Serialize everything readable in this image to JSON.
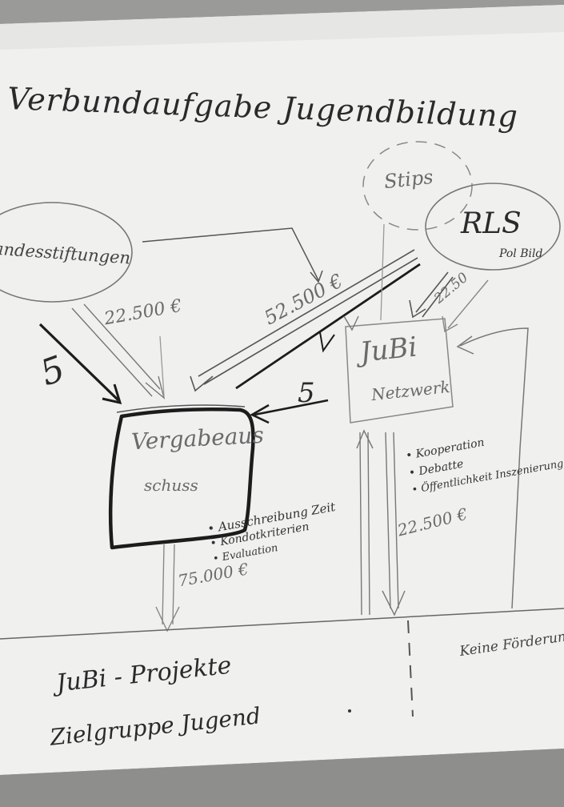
{
  "title": "Verbundaufgabe Jugendbildung",
  "nodes": {
    "stiftungen": "Landesstiftungen",
    "stips": "Stips",
    "rls": "RLS",
    "rls_sub": "Pol Bild",
    "vergabe_line1": "Vergabeaus",
    "vergabe_line2": "schuss",
    "jubi_line1": "JuBi",
    "jubi_line2": "Netzwerk"
  },
  "amounts": {
    "a1": "22.500 €",
    "a2": "52.500 €",
    "a3": "22.50",
    "a4": "22.500 €",
    "a5": "75.000 €"
  },
  "counts": {
    "c1": "5",
    "c2": "5"
  },
  "vergabe_tasks": [
    "Ausschreibung Zeit",
    "Kondotkriterien",
    "Evaluation"
  ],
  "netzwerk_tasks": [
    "Kooperation",
    "Debatte",
    "Öffentlichkeit Inszenierung"
  ],
  "bottom": {
    "left_line1": "JuBi - Projekte",
    "left_line2": "Zielgruppe Jugend",
    "right": "Keine Förderung"
  }
}
